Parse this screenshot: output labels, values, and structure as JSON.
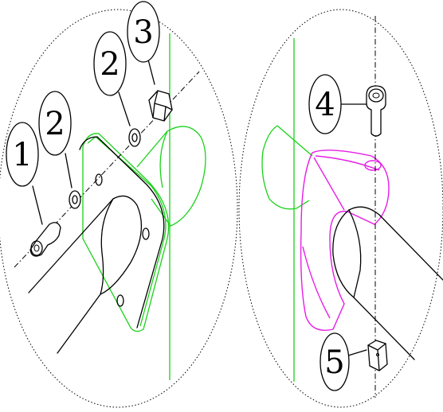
{
  "callouts": [
    {
      "number": "1"
    },
    {
      "number": "2"
    },
    {
      "number": "3"
    },
    {
      "number": "2"
    },
    {
      "number": "4"
    },
    {
      "number": "5"
    }
  ],
  "colors": {
    "line": "#000000",
    "frame_tube": "#19d219",
    "bracket_highlight": "#e61ee6",
    "background": "#ffffff"
  }
}
